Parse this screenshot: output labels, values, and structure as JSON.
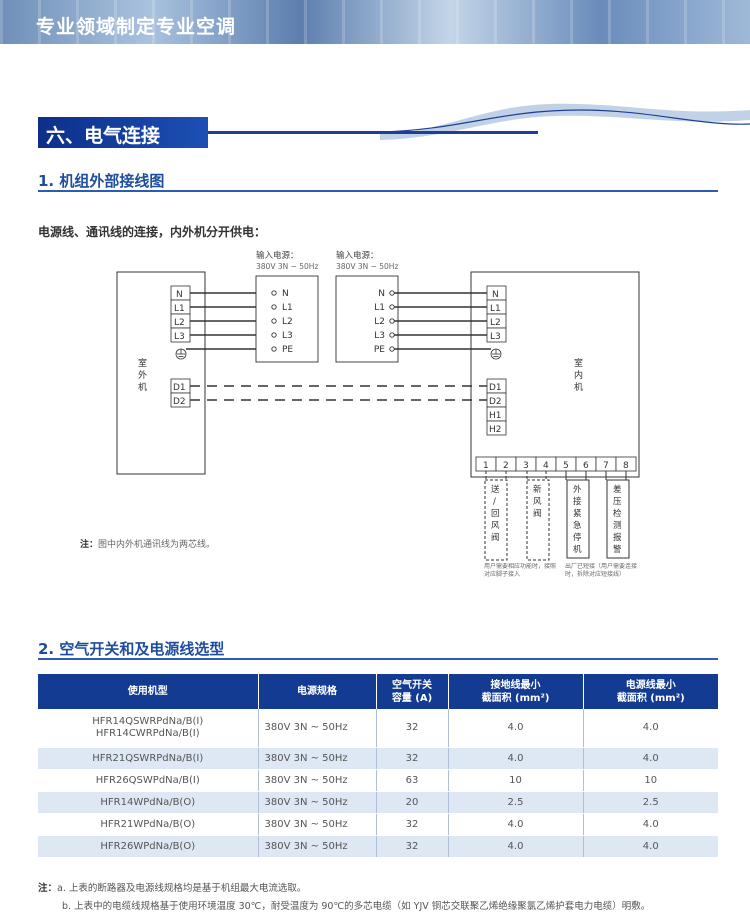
{
  "banner": {
    "title": "专业领域制定专业空调"
  },
  "section": {
    "title": "六、电气连接"
  },
  "sub1": {
    "title": "1. 机组外部接线图"
  },
  "intro": "电源线、通讯线的连接，内外机分开供电：",
  "diagram": {
    "outdoor_label": "室外机",
    "indoor_label": "室内机",
    "left_terminals": [
      "N",
      "L1",
      "L2",
      "L3"
    ],
    "comm_terminals": [
      "D1",
      "D2"
    ],
    "indoor_comm_terminals": [
      "D1",
      "D2",
      "H1",
      "H2"
    ],
    "supply_left": {
      "label": "输入电源：",
      "spec": "380V 3N ~ 50Hz",
      "terminals": [
        "N",
        "L1",
        "L2",
        "L3",
        "PE"
      ]
    },
    "supply_right": {
      "label": "输入电源：",
      "spec": "380V 3N ~ 50Hz",
      "terminals": [
        "N",
        "L1",
        "L2",
        "L3",
        "PE"
      ]
    },
    "bottom_terminals": [
      "1",
      "2",
      "3",
      "4",
      "5",
      "6",
      "7",
      "8"
    ],
    "connectors": [
      {
        "label": "送\n/\n回\n风\n阀",
        "note": "用户需要相应功能时，接照对应脚子接入"
      },
      {
        "label": "新\n风\n阀",
        "note": ""
      },
      {
        "label": "外\n接\n紧\n急\n停\n机",
        "note": "出厂已短接（用户需要连接时，拆除对应短接线）"
      },
      {
        "label": "差\n压\n检\n测\n报\n警",
        "note": ""
      }
    ],
    "note_left_connect": "用户需要相应功能时，接照对应脚子接入",
    "note_right_connect": "出厂已短接（用户需要连接时，拆除对应短接线）"
  },
  "note1": {
    "prefix": "注：",
    "text": "图中内外机通讯线为两芯线。"
  },
  "sub2": {
    "title": "2. 空气开关和及电源线选型"
  },
  "table": {
    "headers": [
      "使用机型",
      "电源规格",
      "空气开关\n容量 (A)",
      "接地线最小\n截面积 (mm²)",
      "电源线最小\n截面积 (mm²)"
    ],
    "rows": [
      [
        "HFR14QSWRPdNa/B(I)\nHFR14CWRPdNa/B(I)",
        "380V 3N ~ 50Hz",
        "32",
        "4.0",
        "4.0"
      ],
      [
        "HFR21QSWRPdNa/B(I)",
        "380V 3N ~ 50Hz",
        "32",
        "4.0",
        "4.0"
      ],
      [
        "HFR26QSWPdNa/B(I)",
        "380V 3N ~ 50Hz",
        "63",
        "10",
        "10"
      ],
      [
        "HFR14WPdNa/B(O)",
        "380V 3N ~ 50Hz",
        "20",
        "2.5",
        "2.5"
      ],
      [
        "HFR21WPdNa/B(O)",
        "380V 3N ~ 50Hz",
        "32",
        "4.0",
        "4.0"
      ],
      [
        "HFR26WPdNa/B(O)",
        "380V 3N ~ 50Hz",
        "32",
        "4.0",
        "4.0"
      ]
    ]
  },
  "footnotes": {
    "prefix": "注：",
    "a": "a. 上表的断路器及电源线规格均是基于机组最大电流选取。",
    "b": "b. 上表中的电缆线规格基于使用环境温度 30℃，耐受温度为 90℃的多芯电缆（如 YJV 铜芯交联聚乙烯绝缘聚氯乙烯护套电力电缆）明敷。"
  }
}
